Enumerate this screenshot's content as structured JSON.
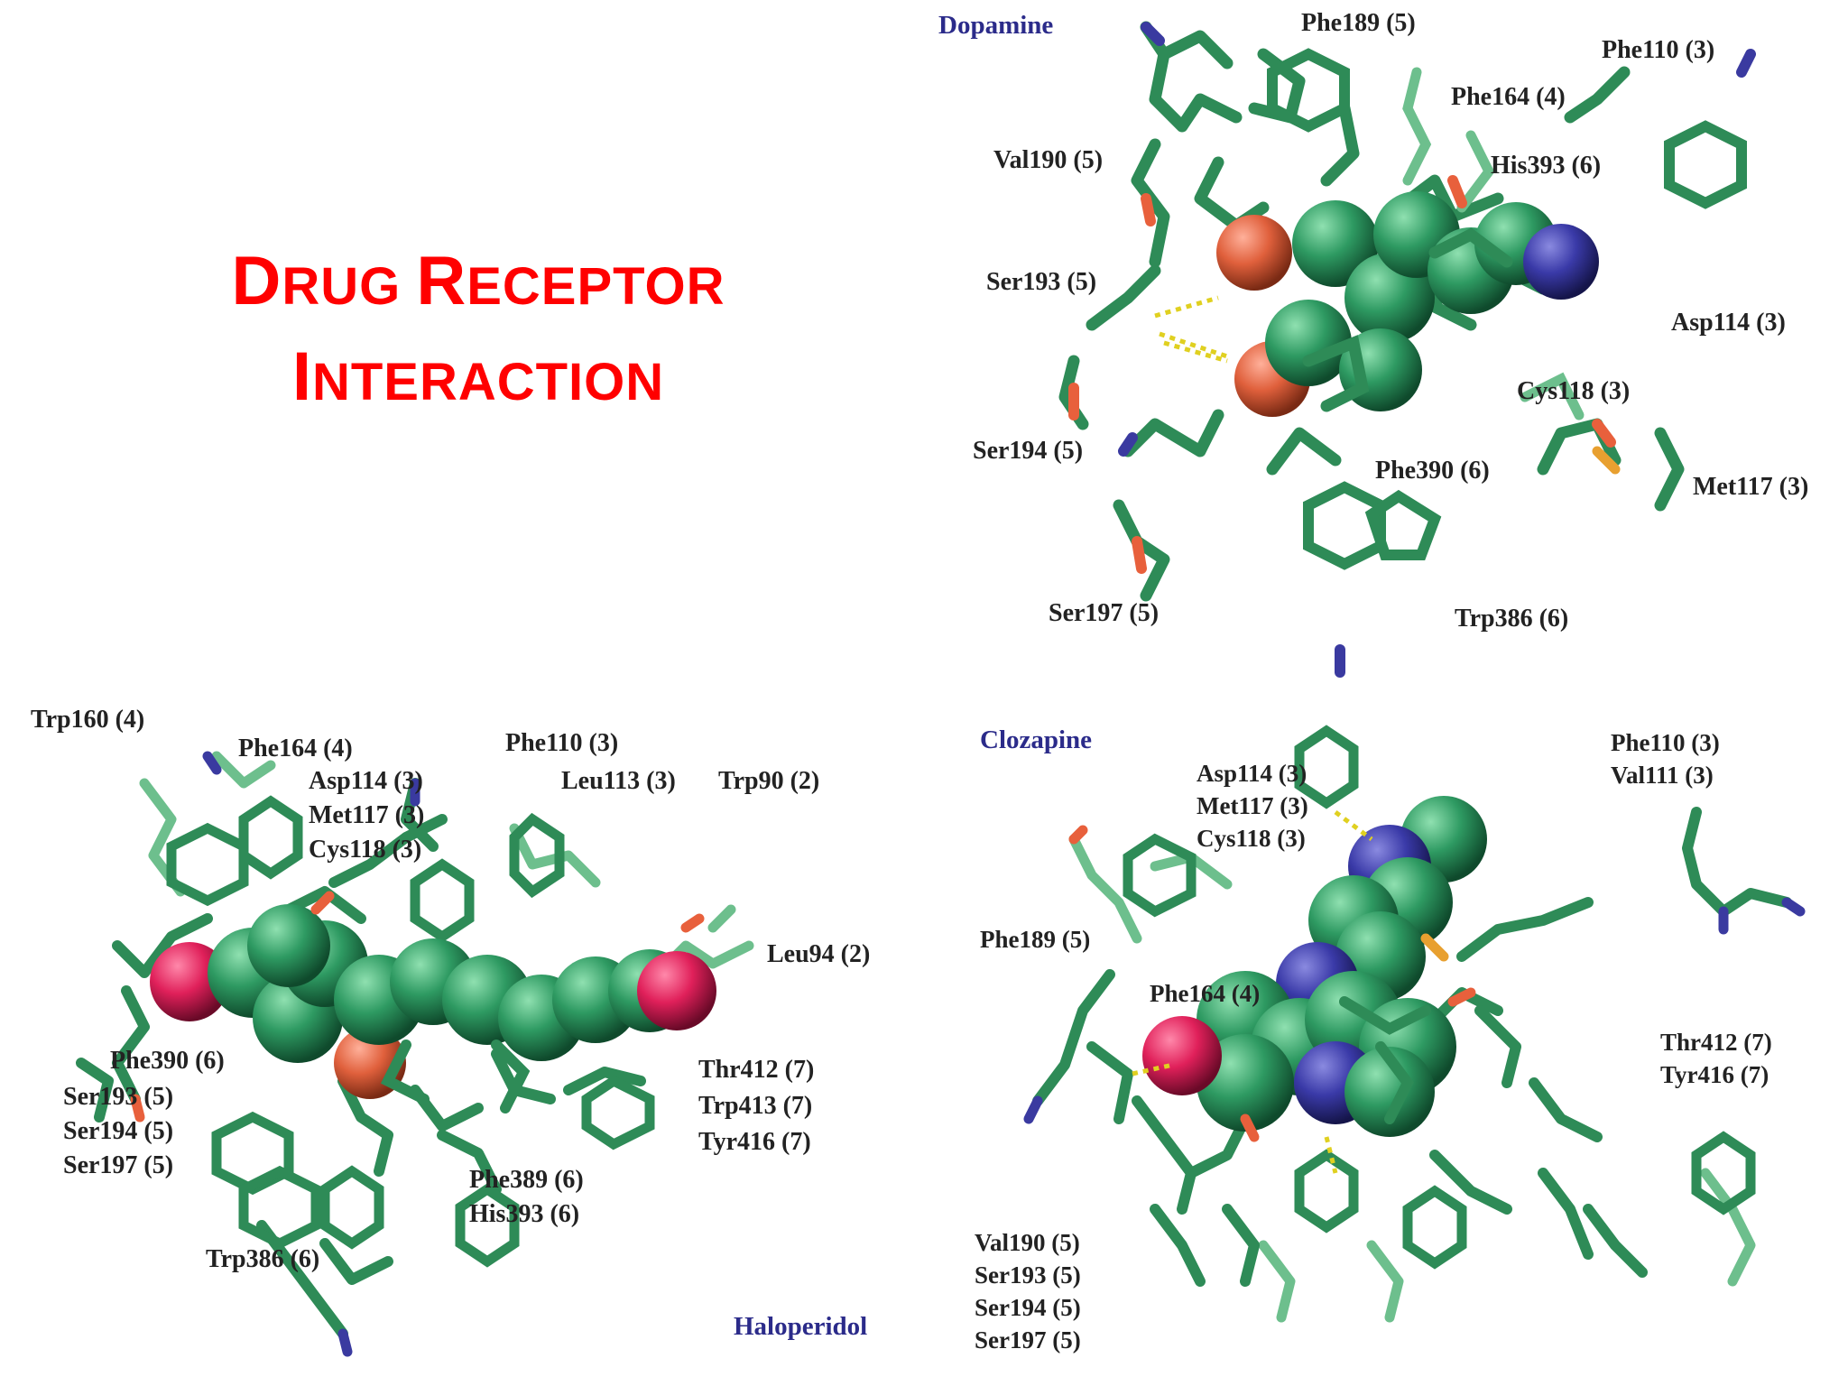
{
  "slide_title": {
    "line1_cap": "D",
    "line1_rest": "RUG ",
    "line1b_cap": "R",
    "line1b_rest": "ECEPTOR",
    "line2_cap": "I",
    "line2_rest": "NTERACTION"
  },
  "panels": {
    "dopamine": {
      "name": "Dopamine",
      "residues": [
        "Phe189 (5)",
        "Phe110 (3)",
        "Phe164 (4)",
        "Val190 (5)",
        "His393 (6)",
        "Ser193 (5)",
        "Asp114 (3)",
        "Cys118 (3)",
        "Ser194 (5)",
        "Phe390 (6)",
        "Met117 (3)",
        "Ser197 (5)",
        "Trp386 (6)"
      ]
    },
    "haloperidol": {
      "name": "Haloperidol",
      "residues": [
        "Trp160 (4)",
        "Phe164 (4)",
        "Phe110 (3)",
        "Asp114 (3)",
        "Met117 (3)",
        "Cys118 (3)",
        "Leu113 (3)",
        "Trp90 (2)",
        "Leu94 (2)",
        "Phe390 (6)",
        "Ser193 (5)",
        "Ser194 (5)",
        "Ser197 (5)",
        "Thr412 (7)",
        "Trp413 (7)",
        "Tyr416 (7)",
        "Phe389 (6)",
        "His393 (6)",
        "Trp386 (6)"
      ]
    },
    "clozapine": {
      "name": "Clozapine",
      "residues": [
        "Phe110 (3)",
        "Val111 (3)",
        "Asp114 (3)",
        "Met117 (3)",
        "Cys118 (3)",
        "Phe189 (5)",
        "Phe164 (4)",
        "Thr412 (7)",
        "Tyr416 (7)",
        "Val190 (5)",
        "Ser193 (5)",
        "Ser194 (5)",
        "Ser197 (5)"
      ]
    }
  },
  "colors": {
    "title": "#ff0000",
    "carbon": "#2e8b57",
    "carbon_light": "#6dbf8d",
    "nitrogen": "#3a3aa0",
    "oxygen": "#e8603c",
    "hydroxyl": "#e0205a",
    "sulfur": "#e8a030",
    "hbond": "#e0d020",
    "ligand_name": "#2b2b8a"
  }
}
